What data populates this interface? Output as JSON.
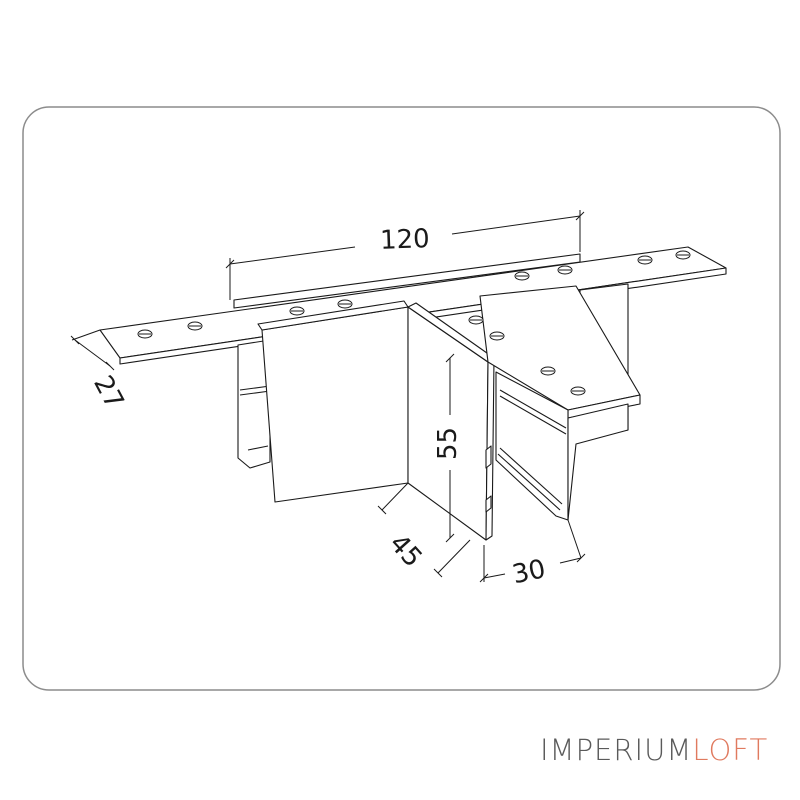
{
  "dimensions": {
    "length": "120",
    "width": "27",
    "height": "55",
    "depth": "45",
    "offset": "30"
  },
  "brand": {
    "part1": "IMPERIUM",
    "part2": "LOFT"
  },
  "colors": {
    "line": "#1a1a1a",
    "frame": "#8c8c8c",
    "brand_primary": "#5a5a5a",
    "brand_accent": "#e07a5f"
  }
}
